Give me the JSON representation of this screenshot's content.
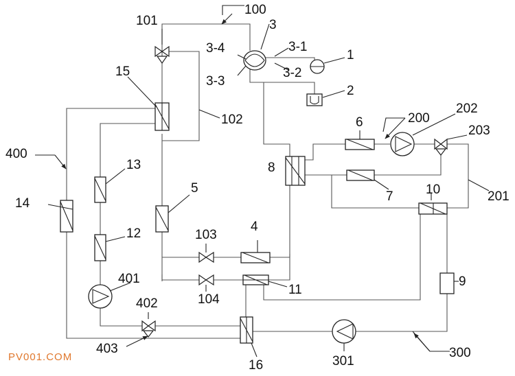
{
  "watermark": "PV001.COM",
  "labels": {
    "l1": "1",
    "l2": "2",
    "l3": "3",
    "l3_1": "3-1",
    "l3_2": "3-2",
    "l3_3": "3-3",
    "l3_4": "3-4",
    "l4": "4",
    "l5": "5",
    "l6": "6",
    "l7": "7",
    "l8": "8",
    "l9": "9",
    "l10": "10",
    "l11": "11",
    "l12": "12",
    "l13": "13",
    "l14": "14",
    "l15": "15",
    "l16": "16",
    "l100": "100",
    "l101": "101",
    "l102": "102",
    "l103": "103",
    "l104": "104",
    "l200": "200",
    "l201": "201",
    "l202": "202",
    "l203": "203",
    "l300": "300",
    "l301": "301",
    "l400": "400",
    "l401": "401",
    "l402": "402",
    "l403": "403"
  }
}
